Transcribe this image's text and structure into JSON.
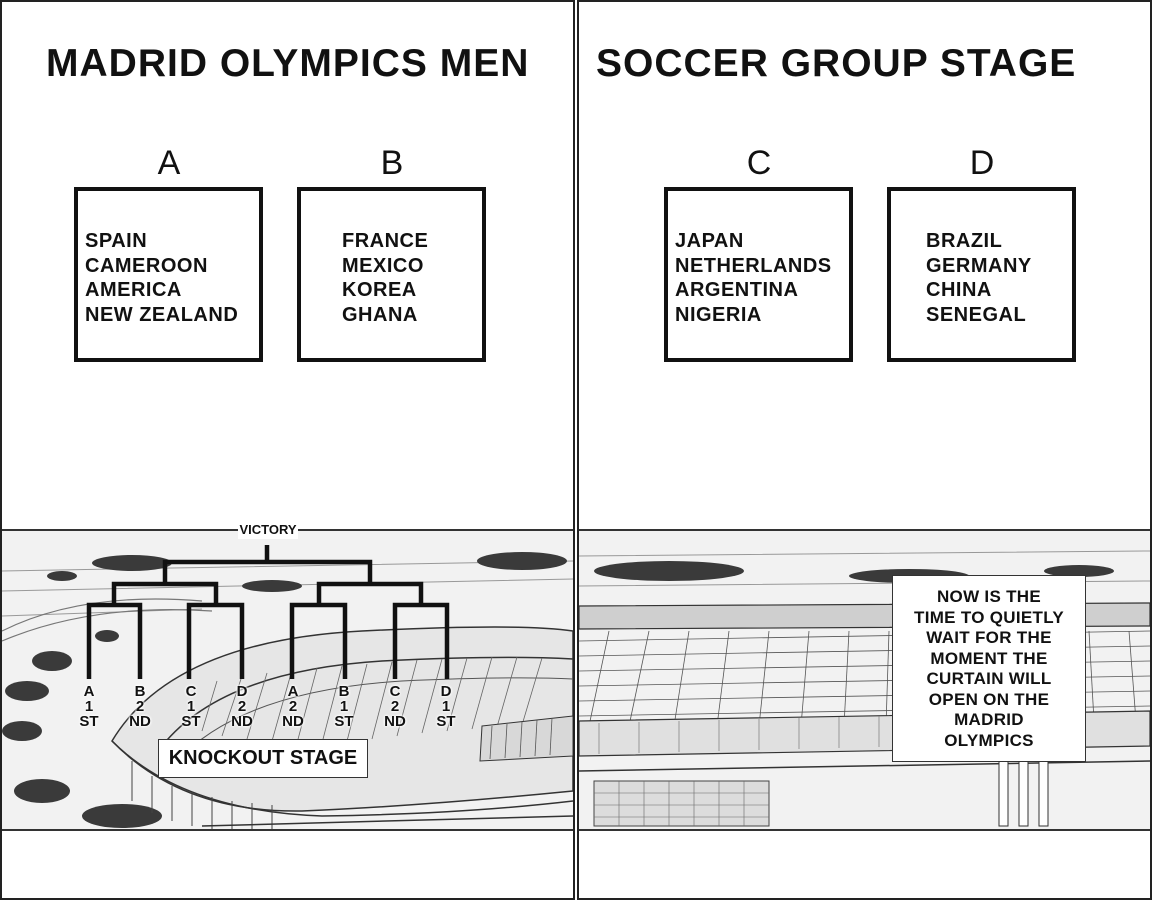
{
  "title": {
    "left": "MADRID OLYMPICS MEN",
    "right": "SOCCER GROUP STAGE"
  },
  "groups": [
    {
      "letter": "A",
      "teams": [
        "SPAIN",
        "CAMEROON",
        "AMERICA",
        "NEW ZEALAND"
      ]
    },
    {
      "letter": "B",
      "teams": [
        "FRANCE",
        "MEXICO",
        "KOREA",
        "GHANA"
      ]
    },
    {
      "letter": "C",
      "teams": [
        "JAPAN",
        "NETHERLANDS",
        "ARGENTINA",
        "NIGERIA"
      ]
    },
    {
      "letter": "D",
      "teams": [
        "BRAZIL",
        "GERMANY",
        "CHINA",
        "SENEGAL"
      ]
    }
  ],
  "bracket": {
    "top_label": "VICTORY",
    "stage_label": "KNOCKOUT STAGE",
    "seeds": [
      {
        "group": "A",
        "rank": "1",
        "suffix": "ST"
      },
      {
        "group": "B",
        "rank": "2",
        "suffix": "ND"
      },
      {
        "group": "C",
        "rank": "1",
        "suffix": "ST"
      },
      {
        "group": "D",
        "rank": "2",
        "suffix": "ND"
      },
      {
        "group": "A",
        "rank": "2",
        "suffix": "ND"
      },
      {
        "group": "B",
        "rank": "1",
        "suffix": "ST"
      },
      {
        "group": "C",
        "rank": "2",
        "suffix": "ND"
      },
      {
        "group": "D",
        "rank": "1",
        "suffix": "ST"
      }
    ]
  },
  "narration": "NOW IS THE TIME TO QUIETLY WAIT FOR THE MOMENT THE CURTAIN WILL OPEN ON THE MADRID OLYMPICS",
  "narration_lines": [
    "NOW IS THE",
    "TIME TO QUIETLY",
    "WAIT FOR THE",
    "MOMENT THE",
    "CURTAIN WILL",
    "OPEN ON THE",
    "MADRID",
    "OLYMPICS"
  ]
}
